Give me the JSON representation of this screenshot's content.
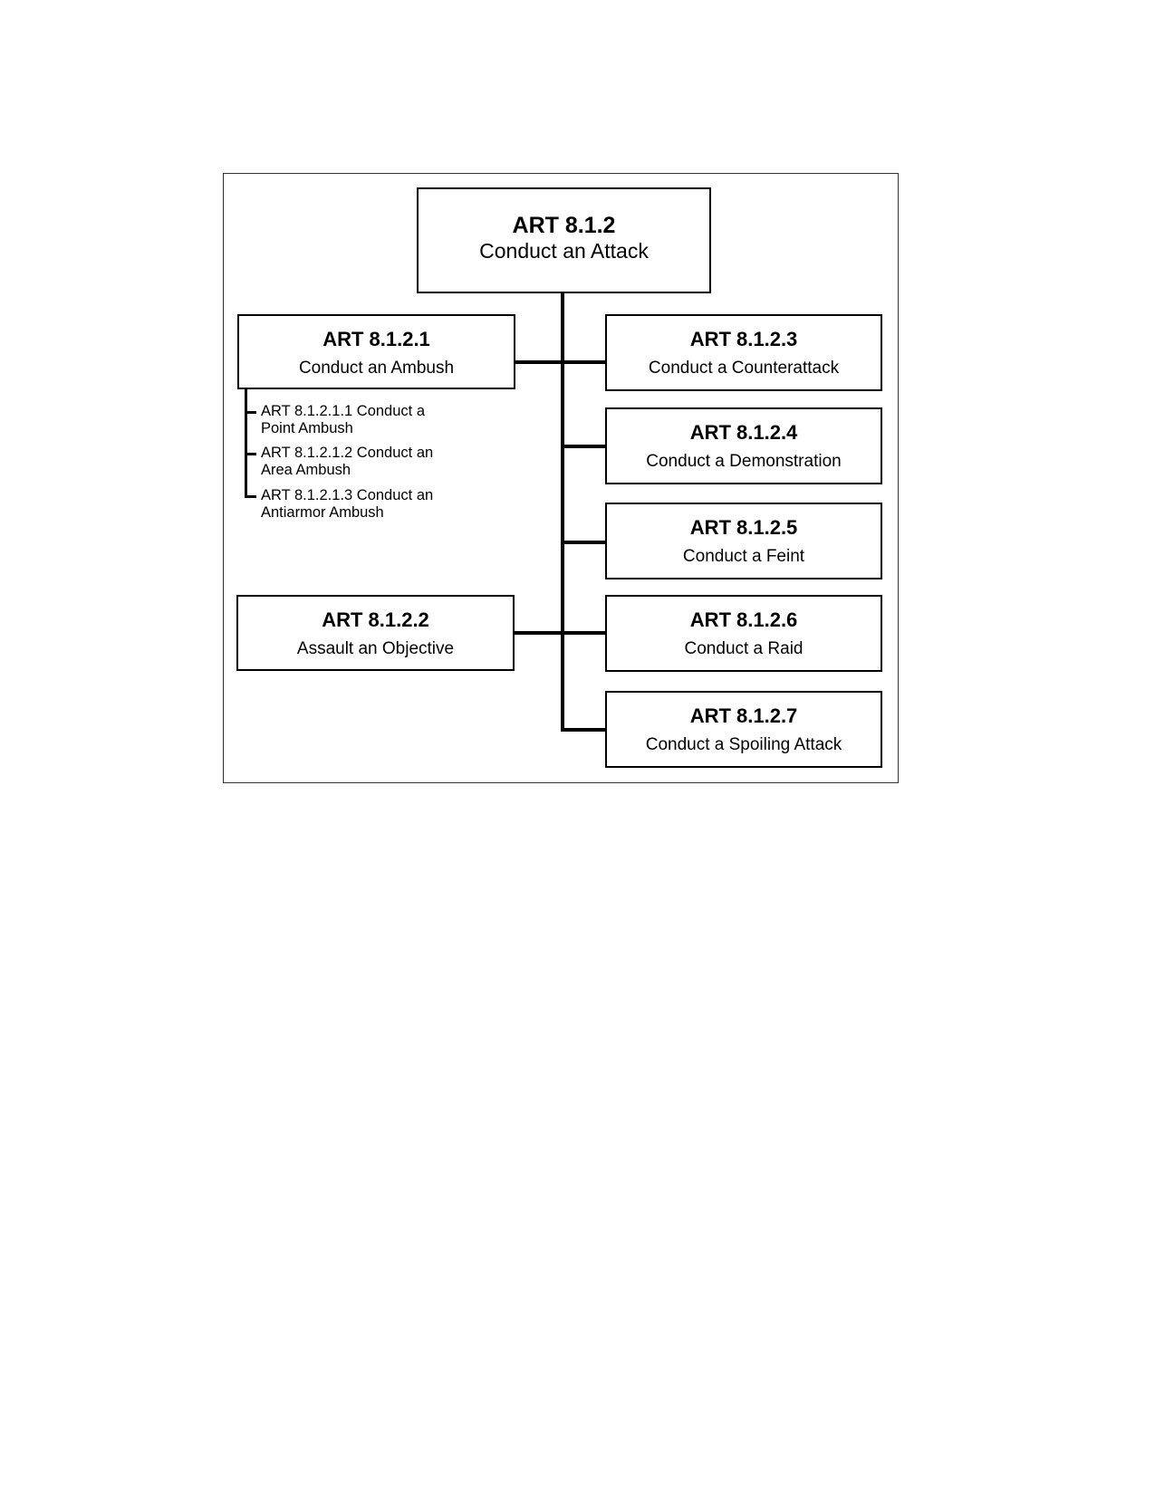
{
  "root": {
    "code": "ART 8.1.2",
    "name": "Conduct an Attack"
  },
  "children": [
    {
      "code": "ART 8.1.2.1",
      "name": "Conduct an Ambush"
    },
    {
      "code": "ART 8.1.2.2",
      "name": "Assault an Objective"
    },
    {
      "code": "ART 8.1.2.3",
      "name": "Conduct a Counterattack"
    },
    {
      "code": "ART 8.1.2.4",
      "name": "Conduct a Demonstration"
    },
    {
      "code": "ART 8.1.2.5",
      "name": "Conduct a Feint"
    },
    {
      "code": "ART 8.1.2.6",
      "name": "Conduct a Raid"
    },
    {
      "code": "ART 8.1.2.7",
      "name": "Conduct a Spoiling Attack"
    }
  ],
  "ambush_subtasks": [
    {
      "line1": "ART 8.1.2.1.1 Conduct a",
      "line2": "Point Ambush"
    },
    {
      "line1": "ART 8.1.2.1.2 Conduct an",
      "line2": "Area Ambush"
    },
    {
      "line1": "ART 8.1.2.1.3 Conduct an",
      "line2": "Antiarmor Ambush"
    }
  ]
}
